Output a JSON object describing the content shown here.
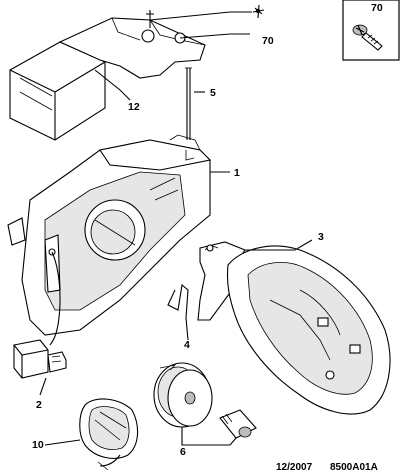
{
  "diagram": {
    "callouts": {
      "c1": "1",
      "c2": "2",
      "c3": "3",
      "c4": "4",
      "c5": "5",
      "c6": "6",
      "c10": "10",
      "c12": "12",
      "c70": "70"
    },
    "inset": {
      "label": "70"
    },
    "footer": {
      "date": "12/2007",
      "reference": "8500A01A"
    }
  }
}
